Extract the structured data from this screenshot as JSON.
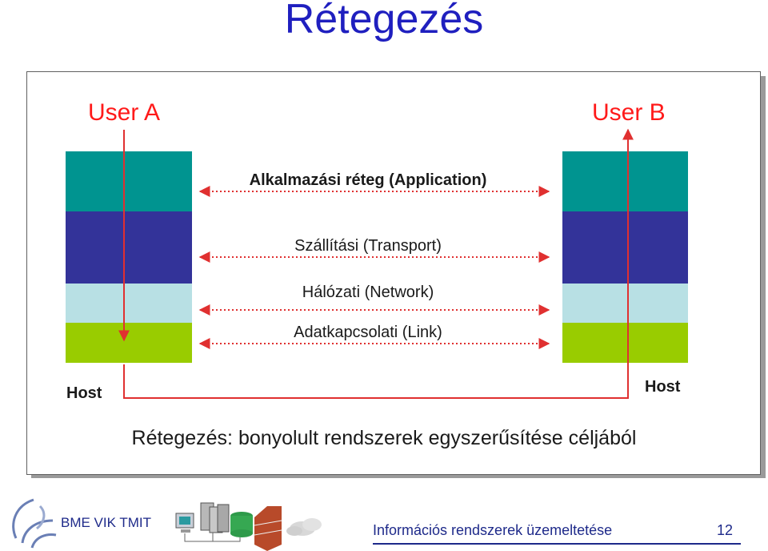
{
  "title": "Rétegezés",
  "user_a": "User A",
  "user_b": "User B",
  "layers": [
    {
      "label": "Alkalmazási réteg (Application)",
      "color": "#009490"
    },
    {
      "label": "Szállítási (Transport)",
      "color": "#333399"
    },
    {
      "label": "Hálózati (Network)",
      "color": "#b8e0e4"
    },
    {
      "label": "Adatkapcsolati (Link)",
      "color": "#99cc00"
    }
  ],
  "host_left": "Host",
  "host_right": "Host",
  "caption": "Rétegezés: bonyolult rendszerek egyszerűsítése céljából",
  "colors": {
    "title": "#1f1fbf",
    "arrow": "#e03030",
    "footer": "#1e2a8a"
  },
  "footer": {
    "org": "BME VIK TMIT",
    "course": "Információs rendszerek üzemeltetése",
    "page": "12"
  }
}
